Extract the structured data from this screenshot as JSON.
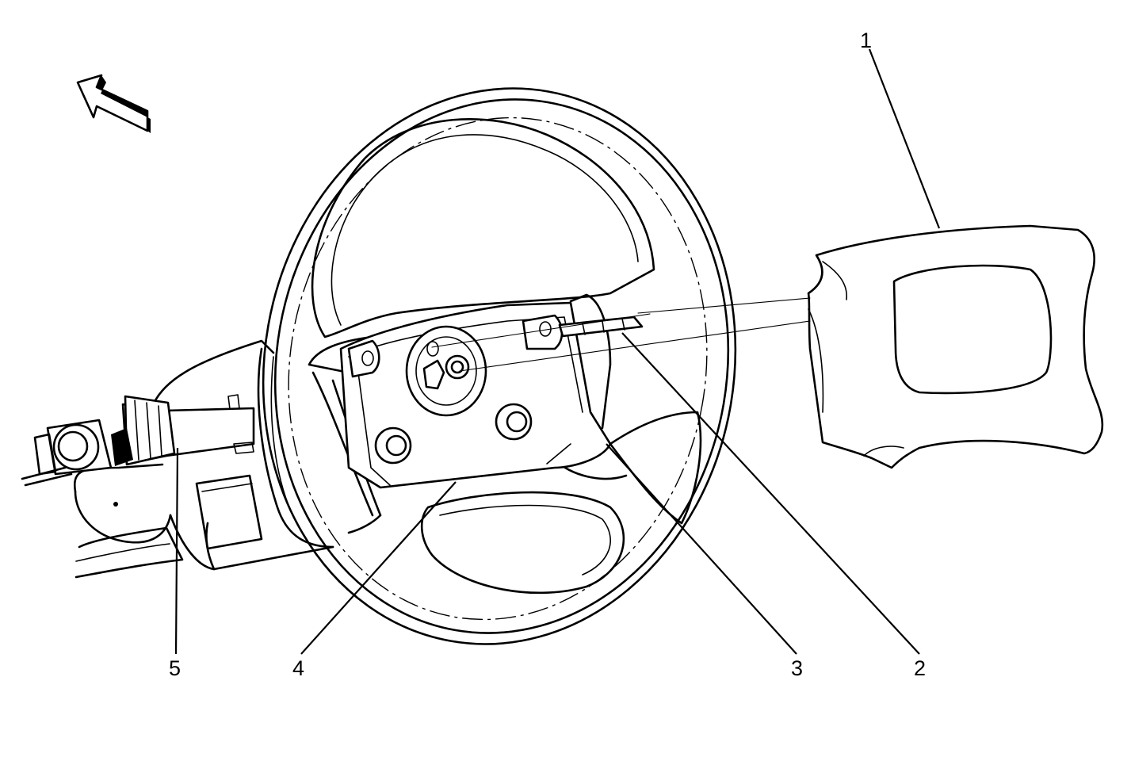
{
  "callouts": [
    {
      "id": "1",
      "label": "1"
    },
    {
      "id": "2",
      "label": "2"
    },
    {
      "id": "3",
      "label": "3"
    },
    {
      "id": "4",
      "label": "4"
    },
    {
      "id": "5",
      "label": "5"
    }
  ],
  "icons": {
    "view_direction": "forward-arrow-icon"
  },
  "colors": {
    "ink": "#000000",
    "paper": "#ffffff"
  }
}
